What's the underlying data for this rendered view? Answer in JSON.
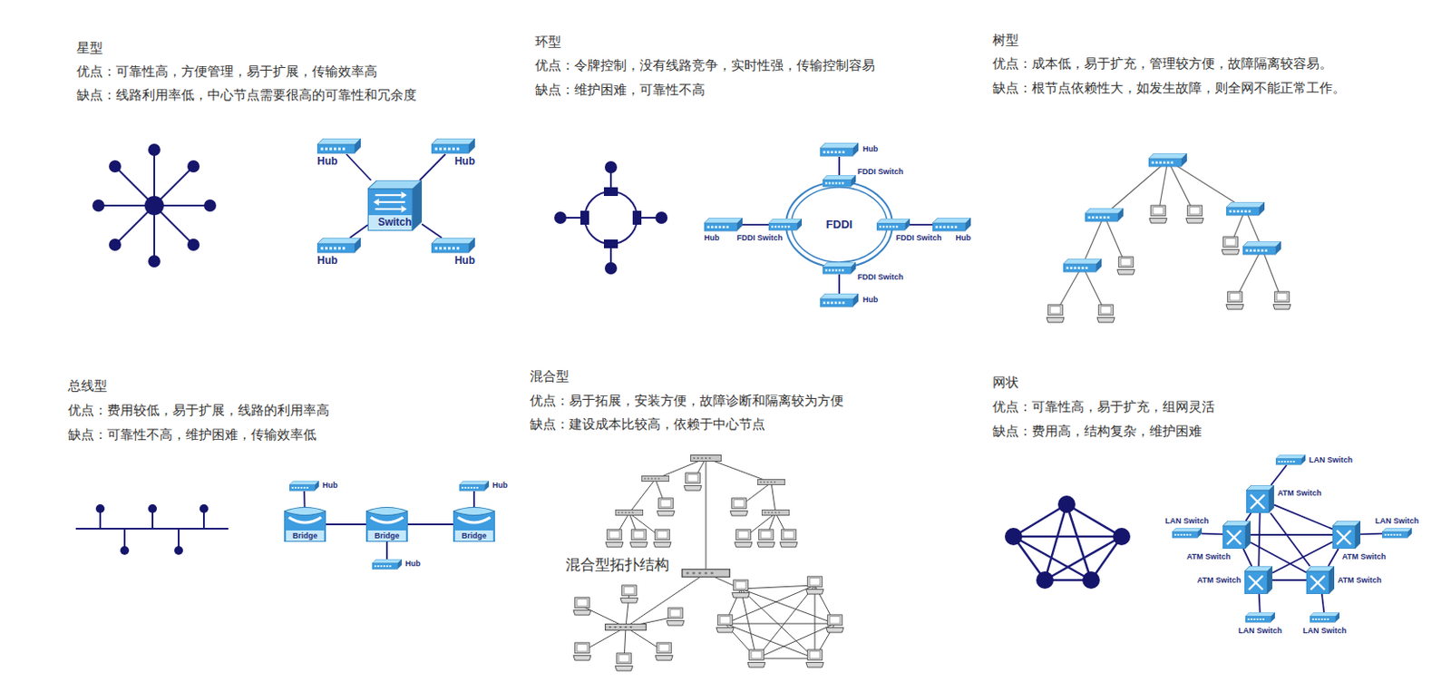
{
  "diagram": {
    "nodes": [
      {
        "text": [
          "Switch"
        ]
      },
      {
        "text": [
          "Hub"
        ]
      },
      {
        "text": [
          "Hub"
        ]
      },
      {
        "text": [
          "Hub"
        ]
      },
      {
        "text": [
          "Hub"
        ]
      },
      {
        "text": [
          "Hub"
        ]
      },
      {
        "text": [
          "FDDI Switch"
        ]
      },
      {
        "text": [
          "Hub"
        ]
      },
      {
        "text": [
          "FDDI Switch"
        ]
      },
      {
        "text": [
          "FDDI"
        ]
      },
      {
        "text": [
          "FDDI Switch"
        ]
      },
      {
        "text": [
          "Hub"
        ]
      },
      {
        "text": [
          "FDDI Switch"
        ]
      },
      {
        "text": [
          "Hub"
        ]
      },
      {
        "text": [
          "Hub"
        ]
      },
      {
        "text": [
          "Hub"
        ]
      },
      {
        "text": [
          "Bridge"
        ]
      },
      {
        "text": [
          "Bridge"
        ]
      },
      {
        "text": [
          "Bridge"
        ]
      },
      {
        "text": [
          "Hub"
        ]
      },
      {
        "text": [
          "LAN Switch"
        ]
      },
      {
        "text": [
          "ATM Switch"
        ]
      },
      {
        "text": [
          "LAN Switch"
        ]
      },
      {
        "text": [
          "ATM Switch"
        ]
      },
      {
        "text": [
          "ATM Switch"
        ]
      },
      {
        "text": [
          "LAN Switch"
        ]
      },
      {
        "text": [
          "ATM Switch"
        ]
      },
      {
        "text": [
          "ATM Switch"
        ]
      },
      {
        "text": [
          "LAN Switch"
        ]
      },
      {
        "text": [
          "LAN Switch"
        ]
      }
    ],
    "edges": [
      {
        "from": 0,
        "to": 1,
        "arrow": "none"
      },
      {
        "from": 0,
        "to": 2,
        "arrow": "none"
      },
      {
        "from": 0,
        "to": 3,
        "arrow": "none"
      },
      {
        "from": 0,
        "to": 4,
        "arrow": "none"
      },
      {
        "from": 5,
        "to": 6,
        "arrow": "none"
      },
      {
        "from": 7,
        "to": 8,
        "arrow": "none"
      },
      {
        "from": 10,
        "to": 11,
        "arrow": "none"
      },
      {
        "from": 12,
        "to": 13,
        "arrow": "none"
      },
      {
        "from": 14,
        "to": 16,
        "arrow": "none"
      },
      {
        "from": 16,
        "to": 17,
        "arrow": "none"
      },
      {
        "from": 17,
        "to": 18,
        "arrow": "none"
      },
      {
        "from": 15,
        "to": 18,
        "arrow": "none"
      },
      {
        "from": 17,
        "to": 19,
        "arrow": "none"
      },
      {
        "from": 21,
        "to": 23,
        "arrow": "none"
      },
      {
        "from": 21,
        "to": 24,
        "arrow": "none"
      },
      {
        "from": 21,
        "to": 26,
        "arrow": "none"
      },
      {
        "from": 21,
        "to": 27,
        "arrow": "none"
      },
      {
        "from": 23,
        "to": 24,
        "arrow": "none"
      },
      {
        "from": 23,
        "to": 26,
        "arrow": "none"
      },
      {
        "from": 23,
        "to": 27,
        "arrow": "none"
      },
      {
        "from": 24,
        "to": 26,
        "arrow": "none"
      },
      {
        "from": 24,
        "to": 27,
        "arrow": "none"
      },
      {
        "from": 26,
        "to": 27,
        "arrow": "none"
      },
      {
        "from": 20,
        "to": 21,
        "arrow": "none"
      },
      {
        "from": 22,
        "to": 23,
        "arrow": "none"
      },
      {
        "from": 24,
        "to": 25,
        "arrow": "none"
      },
      {
        "from": 26,
        "to": 28,
        "arrow": "none"
      },
      {
        "from": 27,
        "to": 29,
        "arrow": "none"
      }
    ],
    "labels": [
      "星型",
      "优点：可靠性高，方便管理，易于扩展，传输效率高",
      "缺点：线路利用率低，中心节点需要很高的可靠性和冗余度",
      "环型",
      "优点：令牌控制，没有线路竞争，实时性强，传输控制容易",
      "缺点：维护困难，可靠性不高",
      "树型",
      "优点：成本低，易于扩充，管理较方便，故障隔离较容易。",
      "缺点：根节点依赖性大，如发生故障，则全网不能正常工作。",
      "总线型",
      "优点：费用较低，易于扩展，线路的利用率高",
      "缺点：可靠性不高，维护困难，传输效率低",
      "混合型",
      "优点：易于拓展，安装方便，故障诊断和隔离较为方便",
      "缺点：建设成本比较高，依赖于中心节点",
      "混合型拓扑结构",
      "网状",
      "优点：可靠性高，易于扩充，组网灵活",
      "缺点：费用高，结构复杂，维护困难"
    ]
  }
}
